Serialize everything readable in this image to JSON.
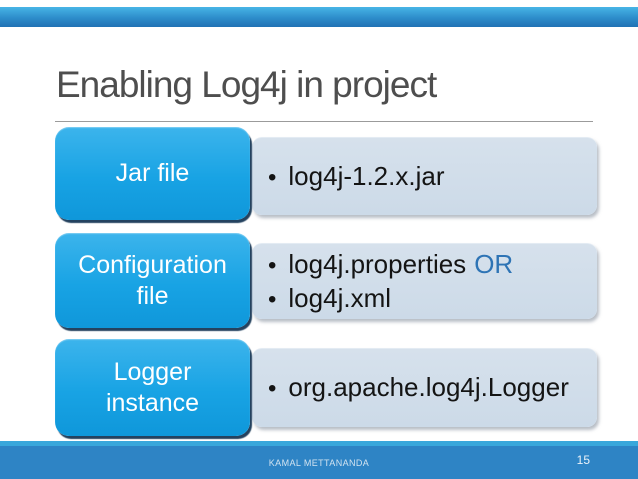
{
  "slide": {
    "title": "Enabling Log4j in project",
    "bullet_char": "•",
    "rows": [
      {
        "label": "Jar file",
        "bullets": [
          {
            "text": "log4j-1.2.x.jar"
          }
        ]
      },
      {
        "label": "Configuration file",
        "bullets": [
          {
            "text": "log4j.properties",
            "highlight": "OR"
          },
          {
            "text": "log4j.xml"
          }
        ]
      },
      {
        "label": "Logger instance",
        "bullets": [
          {
            "text": "org.apache.log4j.Logger"
          }
        ]
      }
    ],
    "footer": {
      "author": "KAMAL METTANANDA",
      "page_number": "15"
    },
    "colors": {
      "stage_box_fill": "#18a3e4",
      "stage_box_shadow": "#24425f",
      "content_box_fill": "#cfddea",
      "highlight_text": "#2e74b5",
      "title_text": "#4e4e4e",
      "top_bar": "#2d8cca",
      "footer_bar": "#2e84c5",
      "footer_stripe": "#39a7db"
    }
  }
}
